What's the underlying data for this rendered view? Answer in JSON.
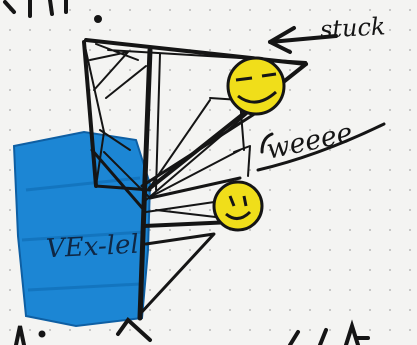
{
  "labels": {
    "stuck": "stuck",
    "wee": "weeee",
    "vexleel": "VEx-lel"
  },
  "colors": {
    "paper": "#f4f4f2",
    "grid_dot": "#b9b9b9",
    "ink": "#151515",
    "marker_blue": "#1c86d4",
    "marker_yellow": "#f0de1a"
  },
  "icons": {
    "smiley_stuck": "happy-face-icon",
    "smiley_wee": "happy-face-icon",
    "arrow_stuck": "arrow-left-icon"
  }
}
